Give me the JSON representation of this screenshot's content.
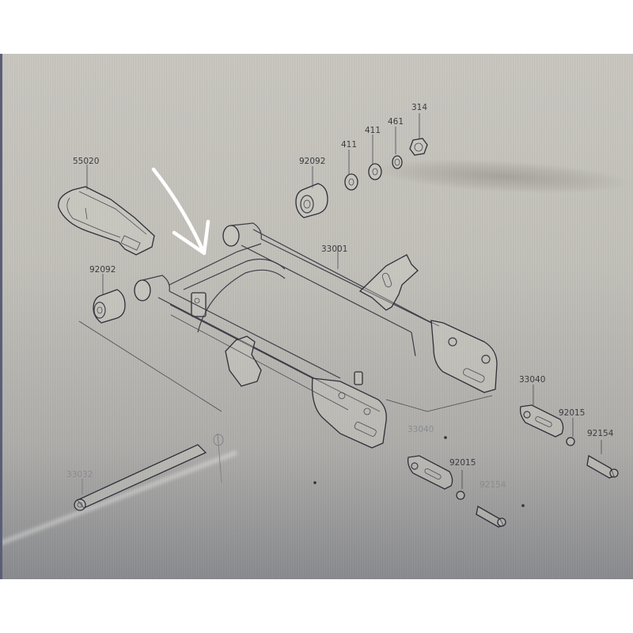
{
  "diagram": {
    "title": "Swingarm assembly exploded parts diagram (photo of screen)",
    "annotation": {
      "type": "hand-drawn white arrow",
      "color": "#ffffff",
      "points_to": "swingarm cross-member"
    },
    "labels": [
      {
        "id": "314",
        "text": "314",
        "part": "nut"
      },
      {
        "id": "461",
        "text": "461",
        "part": "collar"
      },
      {
        "id": "411a",
        "text": "411",
        "part": "washer"
      },
      {
        "id": "411b",
        "text": "411",
        "part": "washer"
      },
      {
        "id": "92092a",
        "text": "92092",
        "part": "bushing (right)"
      },
      {
        "id": "55020",
        "text": "55020",
        "part": "chain guide / slider"
      },
      {
        "id": "92092b",
        "text": "92092",
        "part": "bushing (left)"
      },
      {
        "id": "33001",
        "text": "33001",
        "part": "swingarm"
      },
      {
        "id": "33040a",
        "text": "33040",
        "part": "chain adjuster (right)"
      },
      {
        "id": "92015a",
        "text": "92015",
        "part": "nut (right)"
      },
      {
        "id": "92154a",
        "text": "92154",
        "part": "bolt (right)"
      },
      {
        "id": "33040b",
        "text": "33040",
        "part": "chain adjuster (left)"
      },
      {
        "id": "92015b",
        "text": "92015",
        "part": "nut (left)"
      },
      {
        "id": "92154b",
        "text": "92154",
        "part": "bolt (left)"
      },
      {
        "id": "33032",
        "text": "33032",
        "part": "pivot shaft"
      }
    ],
    "colors": {
      "paper": "#c6c4bd",
      "line": "#3d3d48",
      "label": "#3b3b40",
      "frame_white": "#ffffff"
    }
  }
}
